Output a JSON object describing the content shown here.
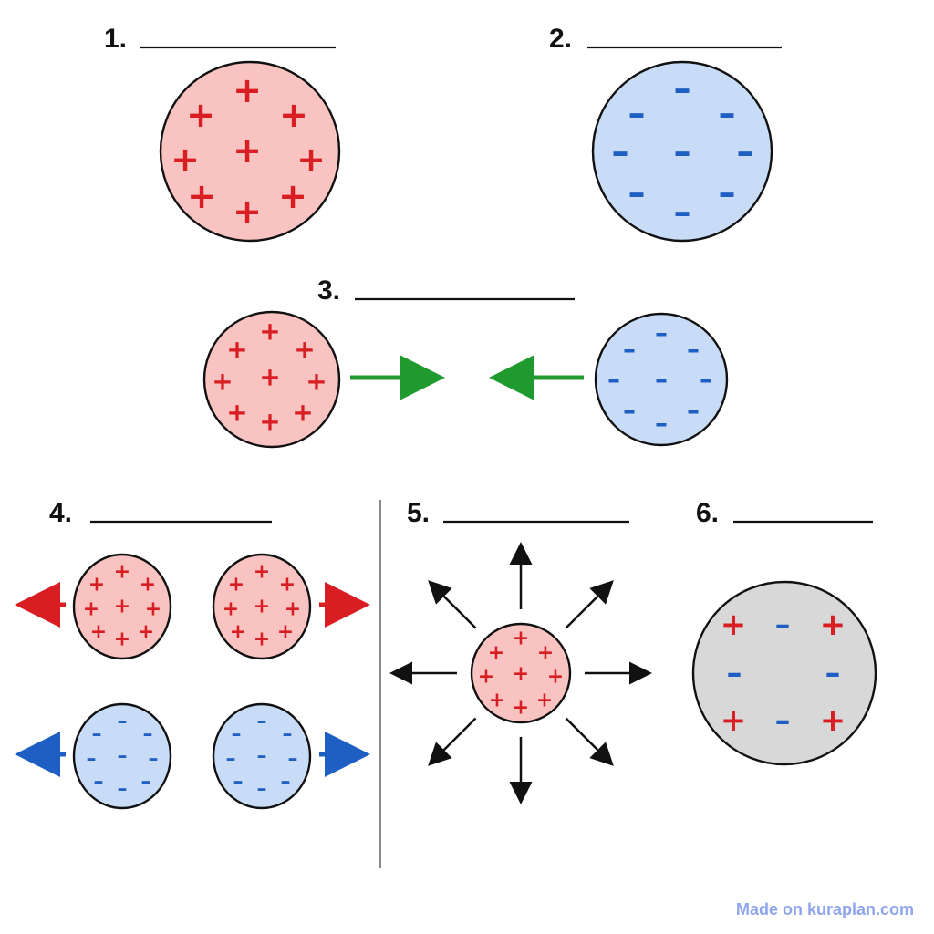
{
  "questions": [
    {
      "number": "1."
    },
    {
      "number": "2."
    },
    {
      "number": "3."
    },
    {
      "number": "4."
    },
    {
      "number": "5."
    },
    {
      "number": "6."
    }
  ],
  "symbols": {
    "plus": "+",
    "minus": "–"
  },
  "colors": {
    "positive_fill": "#f8c3c0",
    "negative_fill": "#c8dcf7",
    "neutral_fill": "#d8d8d8",
    "plus_red": "#d81e22",
    "minus_blue": "#1f5fc4",
    "attract_green": "#1f9a2e",
    "repel_red": "#d81e22",
    "repel_blue": "#1f5fc4",
    "field_black": "#111111"
  },
  "footer": {
    "watermark": "Made on kuraplan.com"
  }
}
